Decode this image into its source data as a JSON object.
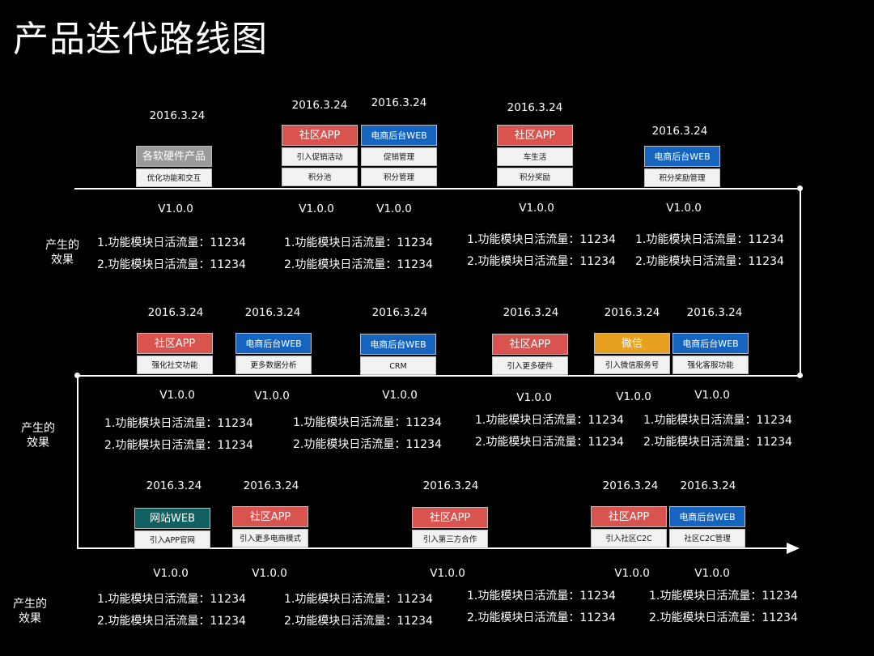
{
  "title": "产品迭代路线图",
  "colors": {
    "red": "#d9534f",
    "blue": "#1565c0",
    "gray": "#9a9a9a",
    "orange": "#e8a020",
    "teal": "#116060"
  },
  "effect_label": "产生的\n效果",
  "rows": [
    {
      "dates": [
        {
          "text": "2016.3.24"
        },
        {
          "text": "2016.3.24"
        },
        {
          "text": "2016.3.24"
        },
        {
          "text": "2016.3.24"
        },
        {
          "text": "2016.3.24"
        }
      ],
      "cards": [
        {
          "header": "各软硬件产品",
          "color": "gray",
          "items": [
            "优化功能和交互"
          ]
        },
        {
          "header": "社区APP",
          "color": "red",
          "items": [
            "引入促销活动",
            "积分池"
          ]
        },
        {
          "header": "电商后台WEB",
          "color": "blue",
          "items": [
            "促销管理",
            "积分管理"
          ]
        },
        {
          "header": "社区APP",
          "color": "red",
          "items": [
            "车生活",
            "积分奖励"
          ]
        },
        {
          "header": "电商后台WEB",
          "color": "blue",
          "items": [
            "积分奖励管理"
          ]
        }
      ],
      "versions": [
        "V1.0.0",
        "V1.0.0",
        "V1.0.0",
        "V1.0.0",
        "V1.0.0"
      ],
      "metrics": [
        [
          "1.功能模块日活流量：11234",
          "2.功能模块日活流量：11234"
        ],
        [
          "1.功能模块日活流量：11234",
          "2.功能模块日活流量：11234"
        ],
        [
          "1.功能模块日活流量：11234",
          "2.功能模块日活流量：11234"
        ],
        [
          "1.功能模块日活流量：11234",
          "2.功能模块日活流量：11234"
        ]
      ]
    },
    {
      "dates": [
        {
          "text": "2016.3.24"
        },
        {
          "text": "2016.3.24"
        },
        {
          "text": "2016.3.24"
        },
        {
          "text": "2016.3.24"
        },
        {
          "text": "2016.3.24"
        },
        {
          "text": "2016.3.24"
        }
      ],
      "cards": [
        {
          "header": "社区APP",
          "color": "red",
          "items": [
            "强化社交功能"
          ]
        },
        {
          "header": "电商后台WEB",
          "color": "blue",
          "items": [
            "更多数据分析"
          ]
        },
        {
          "header": "电商后台WEB",
          "color": "blue",
          "items": [
            "CRM"
          ]
        },
        {
          "header": "社区APP",
          "color": "red",
          "items": [
            "引入更多硬件"
          ]
        },
        {
          "header": "微信",
          "color": "orange",
          "items": [
            "引入微信服务号"
          ]
        },
        {
          "header": "电商后台WEB",
          "color": "blue",
          "items": [
            "强化客服功能"
          ]
        }
      ],
      "versions": [
        "V1.0.0",
        "V1.0.0",
        "V1.0.0",
        "V1.0.0",
        "V1.0.0",
        "V1.0.0"
      ],
      "metrics": [
        [
          "1.功能模块日活流量：11234",
          "2.功能模块日活流量：11234"
        ],
        [
          "1.功能模块日活流量：11234",
          "2.功能模块日活流量：11234"
        ],
        [
          "1.功能模块日活流量：11234",
          "2.功能模块日活流量：11234"
        ],
        [
          "1.功能模块日活流量：11234",
          "2.功能模块日活流量：11234"
        ]
      ]
    },
    {
      "dates": [
        {
          "text": "2016.3.24"
        },
        {
          "text": "2016.3.24"
        },
        {
          "text": "2016.3.24"
        },
        {
          "text": "2016.3.24"
        },
        {
          "text": "2016.3.24"
        }
      ],
      "cards": [
        {
          "header": "网站WEB",
          "color": "teal",
          "items": [
            "引入APP官网"
          ]
        },
        {
          "header": "社区APP",
          "color": "red",
          "items": [
            "引入更多电商模式"
          ]
        },
        {
          "header": "社区APP",
          "color": "red",
          "items": [
            "引入第三方合作"
          ]
        },
        {
          "header": "社区APP",
          "color": "red",
          "items": [
            "引入社区C2C"
          ]
        },
        {
          "header": "电商后台WEB",
          "color": "blue",
          "items": [
            "社区C2C管理"
          ]
        }
      ],
      "versions": [
        "V1.0.0",
        "V1.0.0",
        "V1.0.0",
        "V1.0.0",
        "V1.0.0"
      ],
      "metrics": [
        [
          "1.功能模块日活流量：11234",
          "2.功能模块日活流量：11234"
        ],
        [
          "1.功能模块日活流量：11234",
          "2.功能模块日活流量：11234"
        ],
        [
          "1.功能模块日活流量：11234",
          "2.功能模块日活流量：11234"
        ],
        [
          "1.功能模块日活流量：11234",
          "2.功能模块日活流量：11234"
        ]
      ]
    }
  ]
}
